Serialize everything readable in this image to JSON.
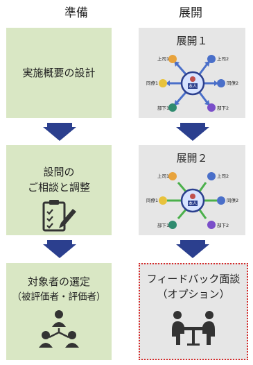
{
  "columns": {
    "left_title": "準備",
    "right_title": "展開"
  },
  "left": {
    "step1": "実施概要の設計",
    "step2_line1": "設問の",
    "step2_line2": "ご相談と調整",
    "step3_line1": "対象者の選定",
    "step3_line2": "（被評価者・評価者）"
  },
  "right": {
    "step1_title": "展開１",
    "step2_title": "展開２",
    "step3_line1": "フィードバック面談",
    "step3_line2": "（オプション）",
    "diagram_labels": {
      "boss1": "上司1",
      "boss2": "上司2",
      "peer1": "同僚1",
      "peer2": "同僚2",
      "sub1": "部下1",
      "sub2": "部下2",
      "self": "本人"
    }
  },
  "colors": {
    "green_box": "#d9e7c4",
    "gray_box": "#e6e6e6",
    "arrow": "#2b3f8e",
    "dashed_border": "#d62a2a",
    "blue_arrows": "#4a6fc9",
    "green_arrows": "#4bb04b"
  }
}
